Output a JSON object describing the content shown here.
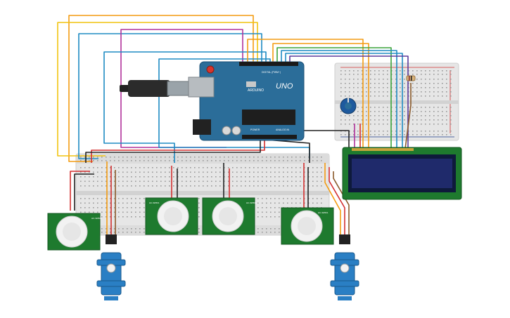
{
  "arduino": {
    "logo_text": "UNO",
    "brand_text": "ARDUINO",
    "digital_label": "DIGITAL (PWM~)",
    "power_label": "POWER",
    "analog_label": "ANALOG IN"
  },
  "pir_sensor": {
    "module_text": "HC-SR501"
  },
  "lcd": {
    "display_text": ""
  },
  "colors": {
    "wire_red": "#d32f2f",
    "wire_black": "#222222",
    "wire_orange": "#f39c12",
    "wire_yellow": "#f1c40f",
    "wire_blue": "#1e8bc3",
    "wire_magenta": "#b0329b",
    "wire_green": "#3aa43a",
    "wire_purple": "#5b3a9b",
    "wire_brown": "#8b5a2b",
    "board_blue": "#2b6d99",
    "pcb_green": "#1e7a2e",
    "lcd_screen": "#1f2a6b",
    "servo_blue": "#2a7fc4"
  },
  "icons": {
    "usb_cable": "usb-cable-icon",
    "potentiometer": "potentiometer-icon",
    "resistor": "resistor-icon"
  }
}
